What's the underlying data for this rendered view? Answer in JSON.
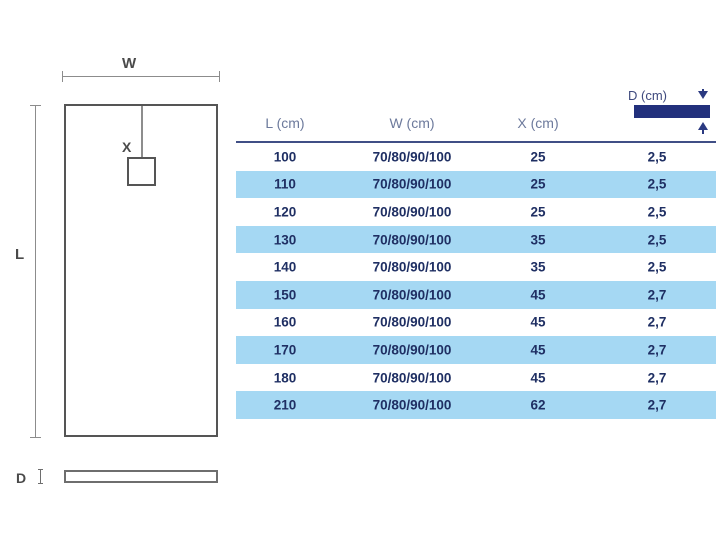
{
  "diagram": {
    "width_label": "W",
    "length_label": "L",
    "offset_label": "X",
    "depth_label": "D",
    "plan_view_name": "shower-tray-plan-view",
    "profile_view_name": "shower-tray-profile-view",
    "drain_name": "drain-outlet"
  },
  "legend": {
    "depth_title": "D (cm)"
  },
  "table": {
    "columns": [
      {
        "key": "L",
        "label": "L (cm)"
      },
      {
        "key": "W",
        "label": "W (cm)"
      },
      {
        "key": "X",
        "label": "X (cm)"
      },
      {
        "key": "D",
        "label": "D (cm)"
      }
    ],
    "rows": [
      {
        "L": "100",
        "W": "70/80/90/100",
        "X": "25",
        "D": "2,5",
        "highlight": false
      },
      {
        "L": "110",
        "W": "70/80/90/100",
        "X": "25",
        "D": "2,5",
        "highlight": true
      },
      {
        "L": "120",
        "W": "70/80/90/100",
        "X": "25",
        "D": "2,5",
        "highlight": false
      },
      {
        "L": "130",
        "W": "70/80/90/100",
        "X": "35",
        "D": "2,5",
        "highlight": true
      },
      {
        "L": "140",
        "W": "70/80/90/100",
        "X": "35",
        "D": "2,5",
        "highlight": false
      },
      {
        "L": "150",
        "W": "70/80/90/100",
        "X": "45",
        "D": "2,7",
        "highlight": true
      },
      {
        "L": "160",
        "W": "70/80/90/100",
        "X": "45",
        "D": "2,7",
        "highlight": false
      },
      {
        "L": "170",
        "W": "70/80/90/100",
        "X": "45",
        "D": "2,7",
        "highlight": true
      },
      {
        "L": "180",
        "W": "70/80/90/100",
        "X": "45",
        "D": "2,7",
        "highlight": false
      },
      {
        "L": "210",
        "W": "70/80/90/100",
        "X": "62",
        "D": "2,7",
        "highlight": true
      }
    ]
  },
  "colors": {
    "stripe": "#a5d8f3",
    "header_text": "#6d7a9c",
    "body_text": "#1f2f63",
    "rule": "#404f86",
    "depth_bar": "#22307c",
    "diagram_line": "#555555"
  }
}
